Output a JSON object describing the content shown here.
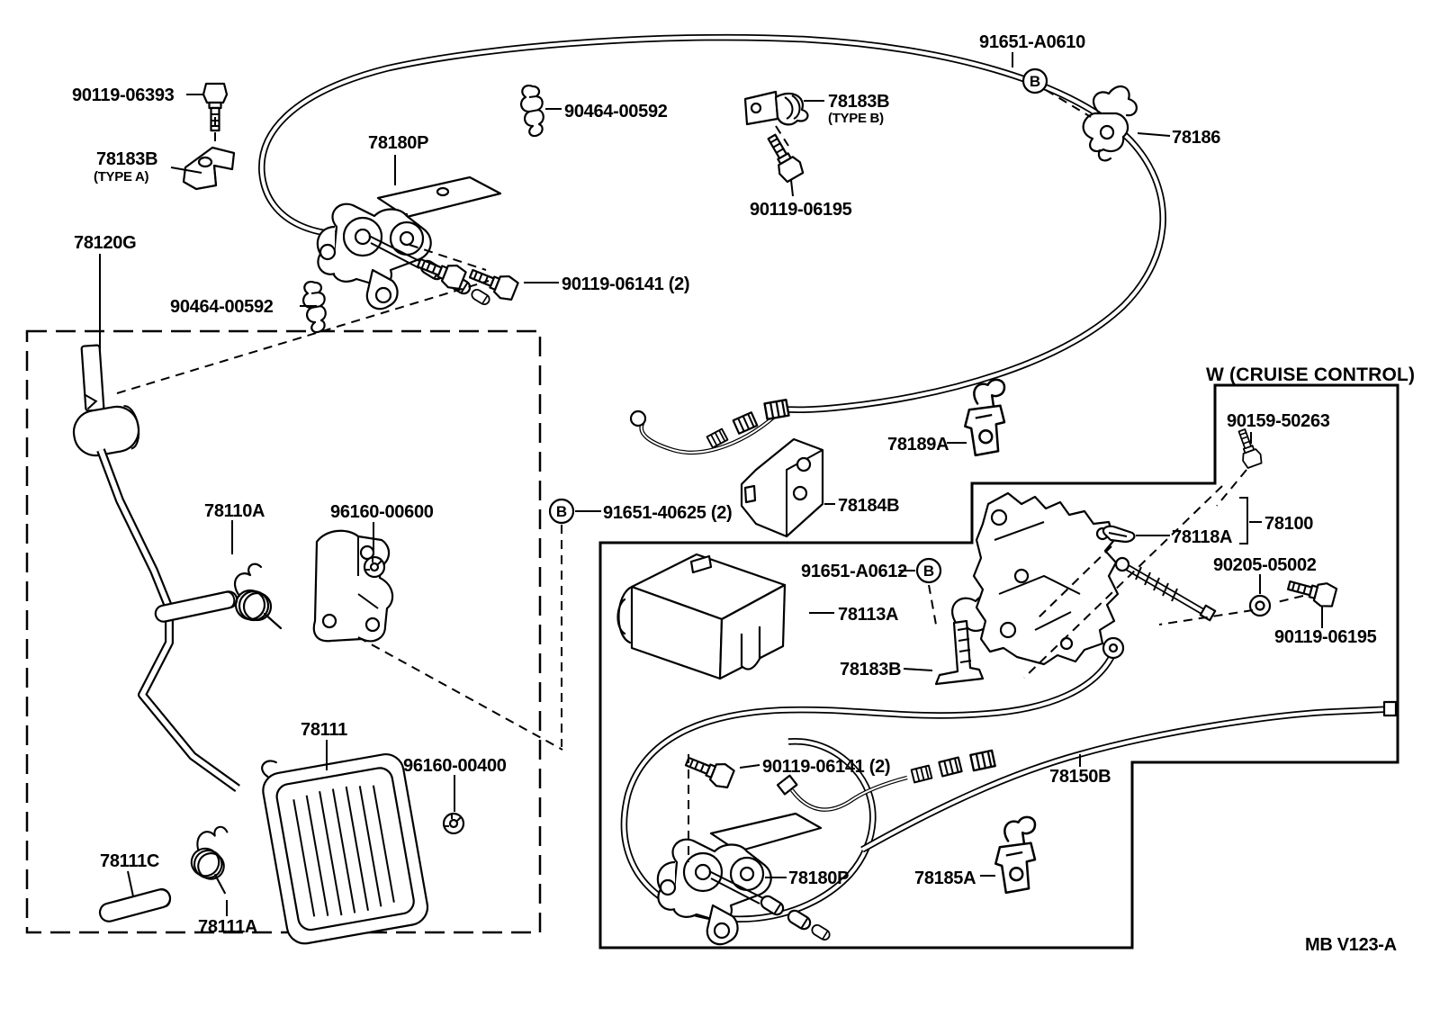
{
  "page": {
    "background": "#ffffff",
    "ink": "#000000"
  },
  "footer": {
    "code": "MB  V123-A"
  },
  "cruise_box": {
    "label": "W (CRUISE  CONTROL)"
  },
  "markers": {
    "b": "B"
  },
  "parts": {
    "bolt_90119_06393": "90119-06393",
    "bracket_78183b_type_a": "78183B",
    "bracket_78183b_type_a_sub": "(TYPE A)",
    "link_78120g": "78120G",
    "clamp_90464_00592_left": "90464-00592",
    "bracket_78180p_top": "78180P",
    "clamp_90464_00592_top": "90464-00592",
    "bracket_78183b_type_b": "78183B",
    "bracket_78183b_type_b_sub": "(TYPE B)",
    "bolt_90119_06195_top": "90119-06195",
    "bolt_91651_a0610": "91651-A0610",
    "clip_78186": "78186",
    "bolt_90119_06141_top": "90119-06141 (2)",
    "spring_78110a": "78110A",
    "ring_96160_00600": "96160-00600",
    "bolt_91651_40625": "91651-40625 (2)",
    "clip_78189a": "78189A",
    "bracket_78184b": "78184B",
    "screw_90159_50263": "90159-50263",
    "assy_78100": "78100",
    "pin_78118a": "78118A",
    "bolt_91651_a0612": "91651-A0612",
    "cover_78113a": "78113A",
    "clamp_78183b_cruise": "78183B",
    "washer_90205_05002": "90205-05002",
    "bolt_90119_06195_right": "90119-06195",
    "pad_78111": "78111",
    "ring_96160_00400": "96160-00400",
    "cable_78150b": "78150B",
    "bolt_90119_06141_bottom": "90119-06141 (2)",
    "pin_78111c": "78111C",
    "spring_78111a": "78111A",
    "bracket_78180p_bottom": "78180P",
    "clip_78185a": "78185A"
  }
}
